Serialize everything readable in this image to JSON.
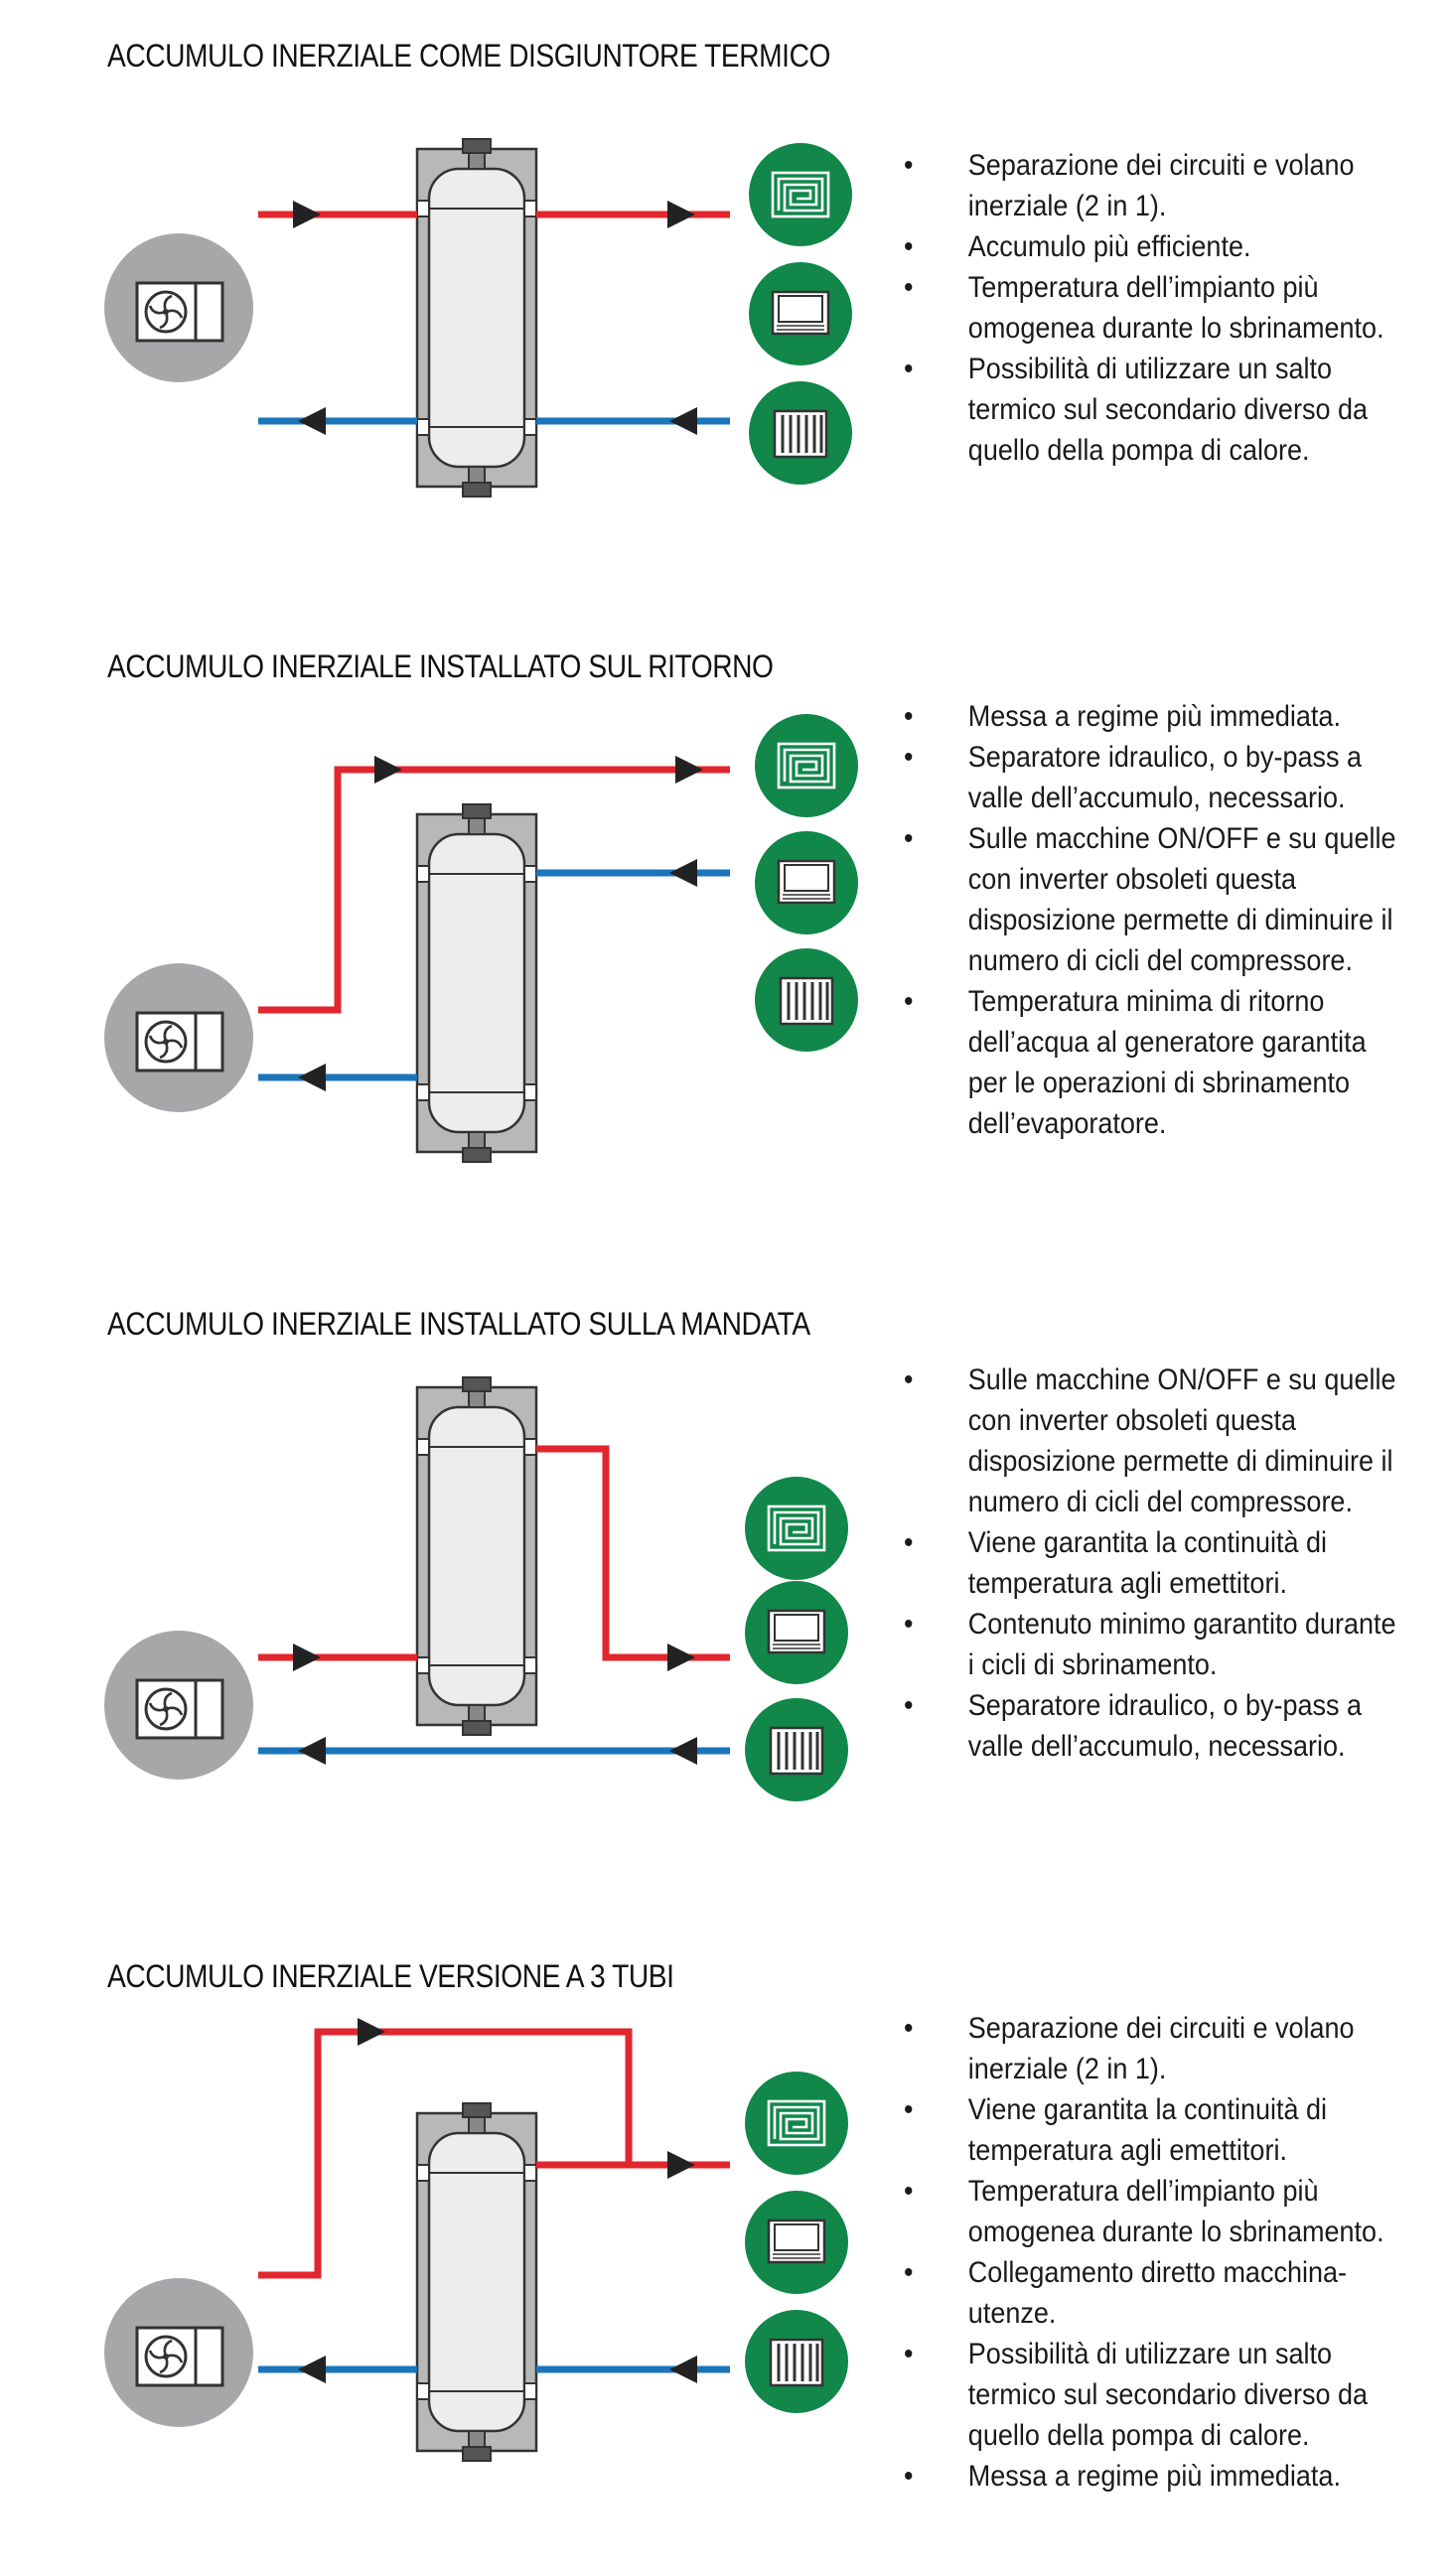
{
  "colors": {
    "hot_pipe": "#e1262d",
    "cold_pipe": "#1b75bb",
    "tank_casing": "#b8b8b8",
    "tank_body": "#ededed",
    "emitter_bg": "#11874a",
    "heat_pump_bg": "#a7a7a9"
  },
  "icons": {
    "heat_pump": "heat-pump-fan-icon",
    "floor_heating": "radiant-floor-icon",
    "fan_coil": "fan-coil-icon",
    "radiator": "radiator-icon"
  },
  "sections": [
    {
      "title": "ACCUMULO INERZIALE COME DISGIUNTORE TERMICO",
      "bullets": [
        "Separazione dei circuiti e volano inerziale (2 in 1).",
        "Accumulo più efficiente.",
        "Temperatura dell’impianto più omogenea durante lo sbrinamento.",
        "Possibilità di utilizzare un salto termico sul secondario diverso da quello della pompa di calore."
      ]
    },
    {
      "title": "ACCUMULO INERZIALE INSTALLATO SUL RITORNO",
      "bullets": [
        "Messa a regime più immediata.",
        "Separatore idraulico, o by-pass a valle dell’accumulo, necessario.",
        "Sulle macchine ON/OFF e su quelle con inverter obsoleti questa disposizione permette di diminuire il numero di cicli del compressore.",
        "Temperatura minima di ritorno dell’acqua al generatore garantita per le operazioni di sbrinamento dell’evaporatore."
      ]
    },
    {
      "title": "ACCUMULO INERZIALE INSTALLATO SULLA MANDATA",
      "bullets": [
        "Sulle macchine ON/OFF e su quelle con inverter obsoleti questa disposizione permette di diminuire il numero di cicli del compressore.",
        "Viene garantita la continuità di temperatura agli emettitori.",
        "Contenuto minimo garantito durante i cicli di sbrinamento.",
        "Separatore idraulico, o by-pass a valle dell’accumulo, necessario."
      ]
    },
    {
      "title": "ACCUMULO INERZIALE VERSIONE A 3 TUBI",
      "bullets": [
        "Separazione dei circuiti e volano inerziale (2 in 1).",
        "Viene garantita la continuità di temperatura agli emettitori.",
        "Temperatura dell’impianto più omogenea durante lo sbrinamento.",
        "Collegamento diretto macchina-utenze.",
        "Possibilità di utilizzare un salto termico sul secondario diverso da quello della pompa di calore.",
        "Messa a regime più immediata."
      ]
    }
  ]
}
